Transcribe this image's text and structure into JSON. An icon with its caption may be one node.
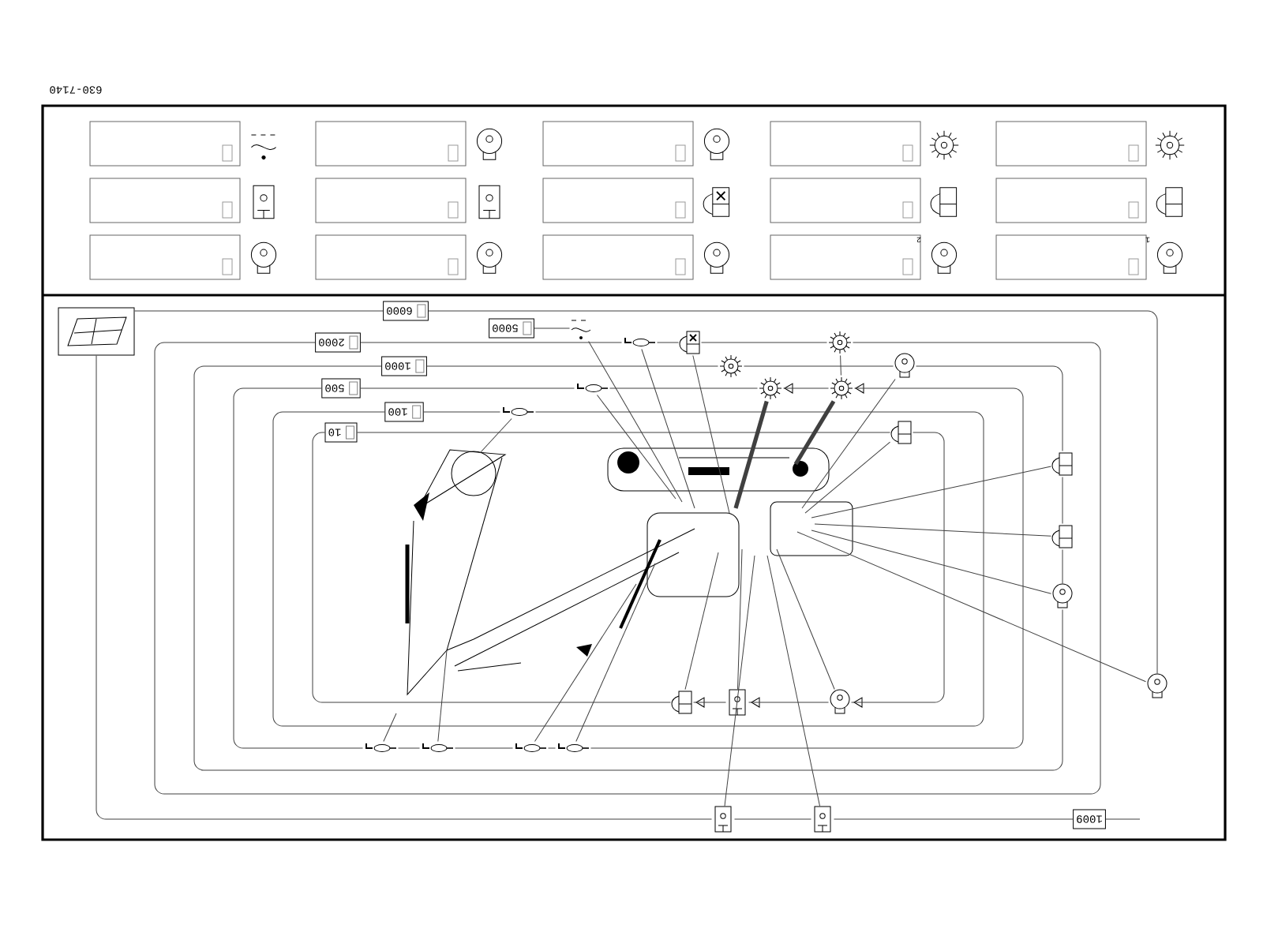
{
  "diagram": {
    "nodes": [
      {
        "text": [],
        "shape": "picture"
      },
      {
        "text": [
          "6000"
        ]
      },
      {
        "text": [
          "5000"
        ]
      },
      {
        "text": [],
        "shape": "picture"
      },
      {
        "text": [
          "2000"
        ]
      },
      {
        "text": [],
        "shape": "picture"
      },
      {
        "text": [],
        "shape": "picture"
      },
      {
        "text": [],
        "shape": "picture"
      },
      {
        "text": [
          "1000"
        ]
      },
      {
        "text": [],
        "shape": "picture"
      },
      {
        "text": [],
        "shape": "picture"
      },
      {
        "text": [
          "500"
        ]
      },
      {
        "text": [],
        "shape": "picture"
      },
      {
        "text": [],
        "shape": "picture"
      },
      {
        "text": [],
        "shape": "picture"
      },
      {
        "text": [
          "100"
        ]
      },
      {
        "text": [],
        "shape": "picture"
      },
      {
        "text": [
          "10"
        ]
      },
      {
        "text": [],
        "shape": "picture"
      },
      {
        "text": [],
        "shape": "picture"
      },
      {
        "text": [],
        "shape": "picture"
      },
      {
        "text": [],
        "shape": "picture"
      },
      {
        "text": [],
        "shape": "picture"
      },
      {
        "text": [],
        "shape": "picture"
      },
      {
        "text": [],
        "shape": "picture"
      },
      {
        "text": [],
        "shape": "picture"
      },
      {
        "text": [],
        "shape": "picture"
      },
      {
        "text": [],
        "shape": "picture"
      },
      {
        "text": [],
        "shape": "picture"
      },
      {
        "text": [],
        "shape": "picture"
      },
      {
        "text": [],
        "shape": "picture"
      },
      {
        "text": [],
        "shape": "picture"
      },
      {
        "text": [
          "1009"
        ]
      }
    ],
    "edges": [
      {
        "from": 0,
        "to": 1,
        "arrow": "none"
      },
      {
        "from": 1,
        "to": 22,
        "arrow": "none"
      },
      {
        "from": 0,
        "to": 30,
        "arrow": "none"
      },
      {
        "from": 30,
        "to": 31,
        "arrow": "none"
      },
      {
        "from": 31,
        "to": 32,
        "arrow": "none"
      },
      {
        "from": 32,
        "to": null,
        "arrow": "none"
      },
      {
        "from": 2,
        "to": 3,
        "arrow": "none"
      },
      {
        "from": 4,
        "to": 5,
        "arrow": "none"
      },
      {
        "from": 5,
        "to": 6,
        "arrow": "none"
      },
      {
        "from": 6,
        "to": 7,
        "arrow": "none"
      },
      {
        "from": 7,
        "to": 4,
        "arrow": "none"
      },
      {
        "from": 7,
        "to": 14,
        "arrow": "none"
      },
      {
        "from": 8,
        "to": 9,
        "arrow": "none"
      },
      {
        "from": 9,
        "to": 10,
        "arrow": "none"
      },
      {
        "from": 10,
        "to": 19,
        "arrow": "none"
      },
      {
        "from": 19,
        "to": 20,
        "arrow": "none"
      },
      {
        "from": 20,
        "to": 21,
        "arrow": "none"
      },
      {
        "from": 21,
        "to": 8,
        "arrow": "none"
      },
      {
        "from": 11,
        "to": 12,
        "arrow": "none"
      },
      {
        "from": 12,
        "to": 13,
        "arrow": "none"
      },
      {
        "from": 13,
        "to": 14,
        "arrow": "none"
      },
      {
        "from": 14,
        "to": 29,
        "arrow": "none"
      },
      {
        "from": 29,
        "to": 28,
        "arrow": "none"
      },
      {
        "from": 28,
        "to": 27,
        "arrow": "none"
      },
      {
        "from": 27,
        "to": 26,
        "arrow": "none"
      },
      {
        "from": 26,
        "to": 11,
        "arrow": "none"
      },
      {
        "from": 15,
        "to": 16,
        "arrow": "none"
      },
      {
        "from": 16,
        "to": 15,
        "arrow": "none"
      },
      {
        "from": 17,
        "to": 18,
        "arrow": "none"
      },
      {
        "from": 18,
        "to": 25,
        "arrow": "none"
      },
      {
        "from": 25,
        "to": 24,
        "arrow": "none"
      },
      {
        "from": 24,
        "to": 23,
        "arrow": "none"
      },
      {
        "from": 23,
        "to": 17,
        "arrow": "none"
      },
      {
        "from": 3,
        "to": null,
        "arrow": "none"
      },
      {
        "from": 5,
        "to": null,
        "arrow": "none"
      },
      {
        "from": 6,
        "to": null,
        "arrow": "none"
      },
      {
        "from": 12,
        "to": null,
        "arrow": "none"
      },
      {
        "from": 13,
        "to": null,
        "arrow": "none",
        "style": "thick"
      },
      {
        "from": 14,
        "to": null,
        "arrow": "none",
        "style": "thick"
      },
      {
        "from": 10,
        "to": null,
        "arrow": "none"
      },
      {
        "from": 18,
        "to": null,
        "arrow": "none"
      },
      {
        "from": 19,
        "to": null,
        "arrow": "none"
      },
      {
        "from": 20,
        "to": null,
        "arrow": "none"
      },
      {
        "from": 21,
        "to": null,
        "arrow": "none"
      },
      {
        "from": 22,
        "to": null,
        "arrow": "none"
      },
      {
        "from": 23,
        "to": null,
        "arrow": "none"
      },
      {
        "from": 24,
        "to": null,
        "arrow": "none"
      },
      {
        "from": 25,
        "to": null,
        "arrow": "none"
      },
      {
        "from": 30,
        "to": null,
        "arrow": "none"
      },
      {
        "from": 31,
        "to": null,
        "arrow": "none"
      },
      {
        "from": 26,
        "to": null,
        "arrow": "none"
      },
      {
        "from": 27,
        "to": null,
        "arrow": "none"
      },
      {
        "from": 28,
        "to": null,
        "arrow": "none"
      },
      {
        "from": 29,
        "to": null,
        "arrow": "none"
      },
      {
        "from": 16,
        "to": null,
        "arrow": "none"
      }
    ],
    "labels": [
      "630-7140",
      "2",
      "1"
    ]
  }
}
